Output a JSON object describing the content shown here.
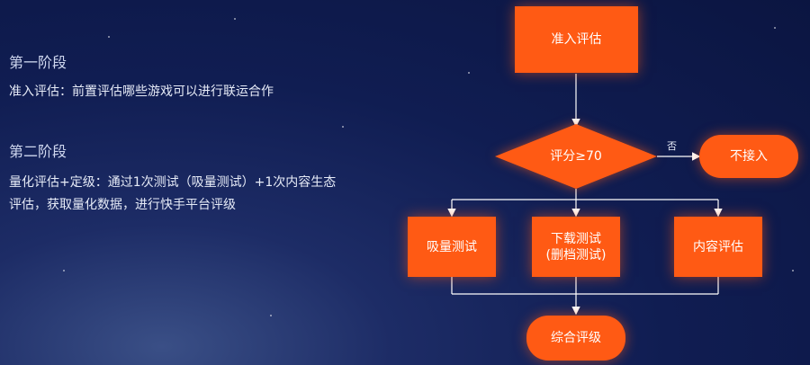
{
  "left": {
    "stage1_title": "第一阶段",
    "stage1_desc": "准入评估：前置评估哪些游戏可以进行联运合作",
    "stage2_title": "第二阶段",
    "stage2_desc_line1": "量化评估+定级：通过1次测试（吸量测试）+1次内容生态",
    "stage2_desc_line2": "评估，获取量化数据，进行快手平台评级"
  },
  "flow": {
    "start": "准入评估",
    "decision": "评分≥70",
    "no_label": "否",
    "reject": "不接入",
    "test1": "吸量测试",
    "test2_line1": "下载测试",
    "test2_line2": "(删档测试)",
    "test3": "内容评估",
    "end": "综合评级"
  },
  "colors": {
    "node": "#ff5a14",
    "line": "#ffffff"
  }
}
